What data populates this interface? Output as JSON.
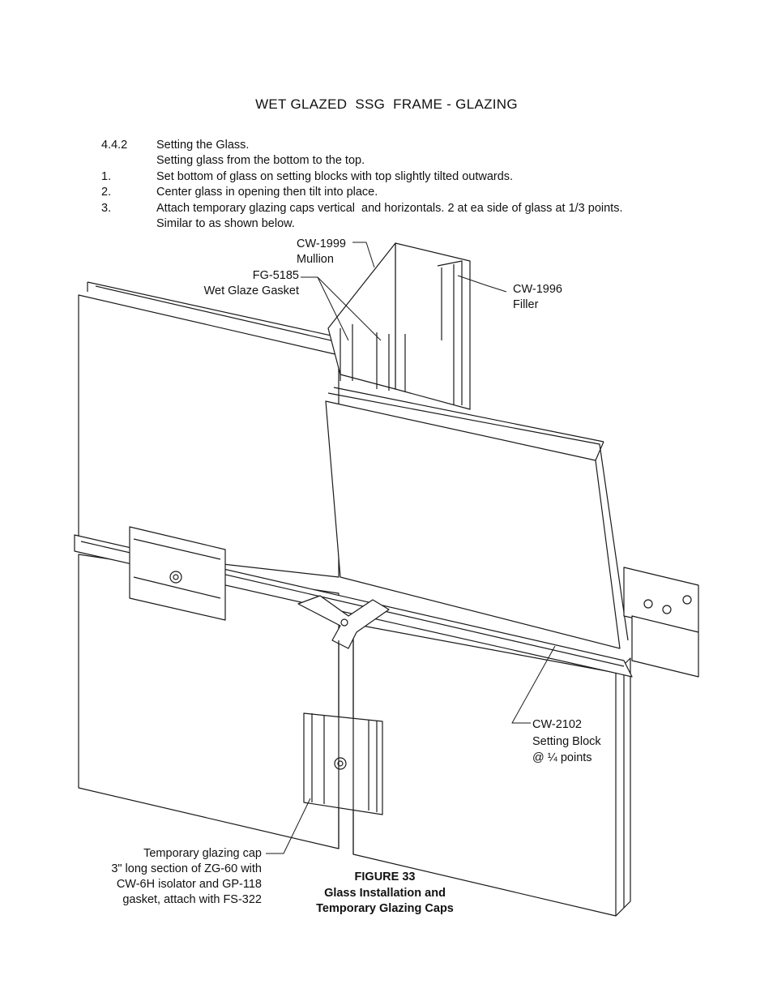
{
  "header": {
    "title": "WET GLAZED  SSG  FRAME - GLAZING"
  },
  "section": {
    "number": "4.4.2",
    "title": "Setting the Glass.",
    "intro": "Setting glass from the bottom to the top.",
    "steps": [
      {
        "num": "1.",
        "text": "Set bottom of glass on setting blocks with top slightly tilted outwards."
      },
      {
        "num": "2.",
        "text": "Center glass in opening then tilt into place."
      },
      {
        "num": "3.",
        "text": "Attach temporary glazing caps vertical  and horizontals. 2 at ea side of glass at 1/3 points."
      }
    ],
    "note": "Similar to as shown below."
  },
  "callouts": {
    "mullion": {
      "code": "CW-1999",
      "name": "Mullion"
    },
    "gasket": {
      "code": "FG-5185",
      "name": "Wet Glaze Gasket"
    },
    "filler": {
      "code": "CW-1996",
      "name": "Filler"
    },
    "setting_block": {
      "code": "CW-2102",
      "name": "Setting Block",
      "spacing": "@ ¼ points"
    },
    "temp_cap": {
      "line1": "Temporary  glazing cap",
      "line2": "3\" long section of ZG-60 with",
      "line3": "CW-6H isolator and GP-118",
      "line4": "gasket, attach with FS-322"
    }
  },
  "figure": {
    "number": "FIGURE 33",
    "caption_line1": "Glass Installation and",
    "caption_line2": "Temporary Glazing Caps"
  }
}
